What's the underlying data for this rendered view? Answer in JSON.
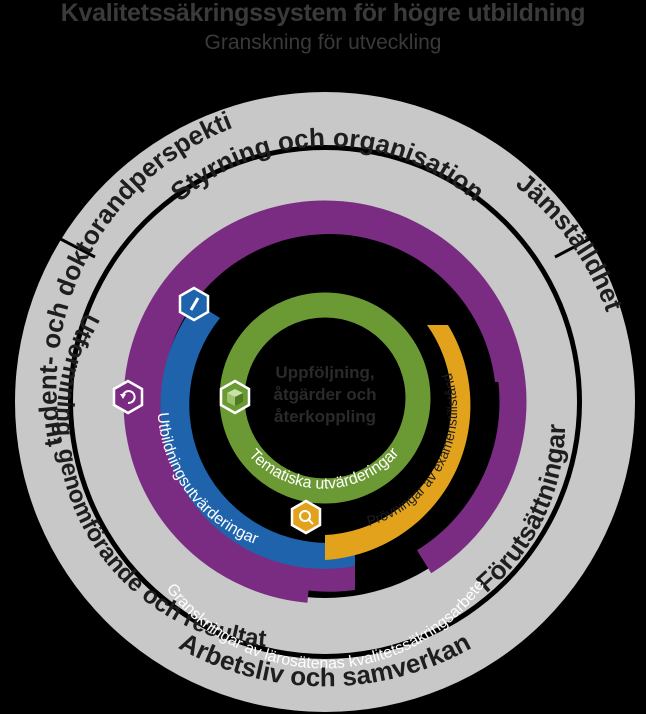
{
  "header": {
    "title": "Kvalitetssäkringssystem för högre utbildning",
    "subtitle": "Granskning för utveckling"
  },
  "colors": {
    "background": "#000000",
    "outer_ring": "#c8c8c8",
    "outer_text": "#1e1e1e",
    "purple": "#7a2c82",
    "blue": "#1f63ad",
    "gold": "#e2a21c",
    "green": "#6b9a34"
  },
  "outer_ring": {
    "left": "Student- och doktorandperspektiv",
    "right": "Jämställdhet",
    "bottom": "Arbetsliv och samverkan"
  },
  "middle_ring": {
    "top": "Styrning och organisation",
    "left": "Utformning, genomförande och resultat",
    "right": "Förutsättningar"
  },
  "arcs": {
    "purple": "Granskningar av lärosätenas kvalitetssäkringsarbete",
    "blue": "Utbildningsutvärderingar",
    "gold": "Prövningar av examenstillstånd",
    "green": "Tematiska utvärderingar"
  },
  "center": {
    "line1": "Uppföljning,",
    "line2": "åtgärder och",
    "line3": "återkoppling"
  },
  "icons": [
    "pencil-icon",
    "refresh-icon",
    "search-icon",
    "cube-icon"
  ]
}
